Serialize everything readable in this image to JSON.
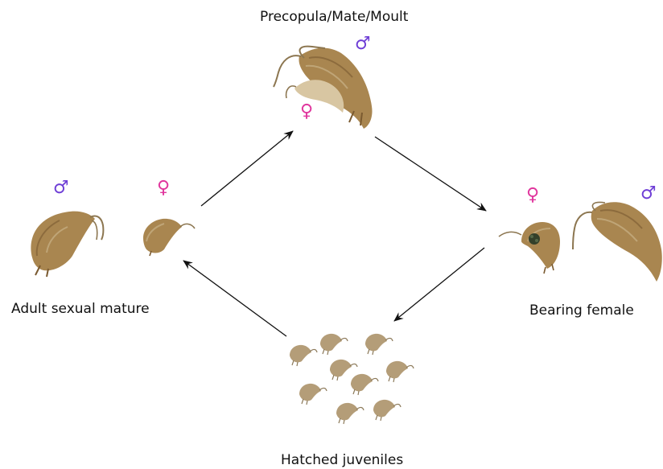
{
  "labels": {
    "top": "Precopula/Mate/Moult",
    "left": "Adult sexual mature",
    "right": "Bearing female",
    "bottom": "Hatched juveniles"
  },
  "symbols": {
    "male": "♂",
    "female": "♀"
  },
  "colors": {
    "male": "#6f3fd6",
    "female": "#e0369d",
    "shrimp_body": "#a98650",
    "shrimp_dark": "#5e4424",
    "shrimp_light": "#c9b287",
    "arrow": "#111111"
  },
  "icons": [
    "male-symbol-icon",
    "female-symbol-icon",
    "amphipod-icon",
    "arrow-icon"
  ]
}
